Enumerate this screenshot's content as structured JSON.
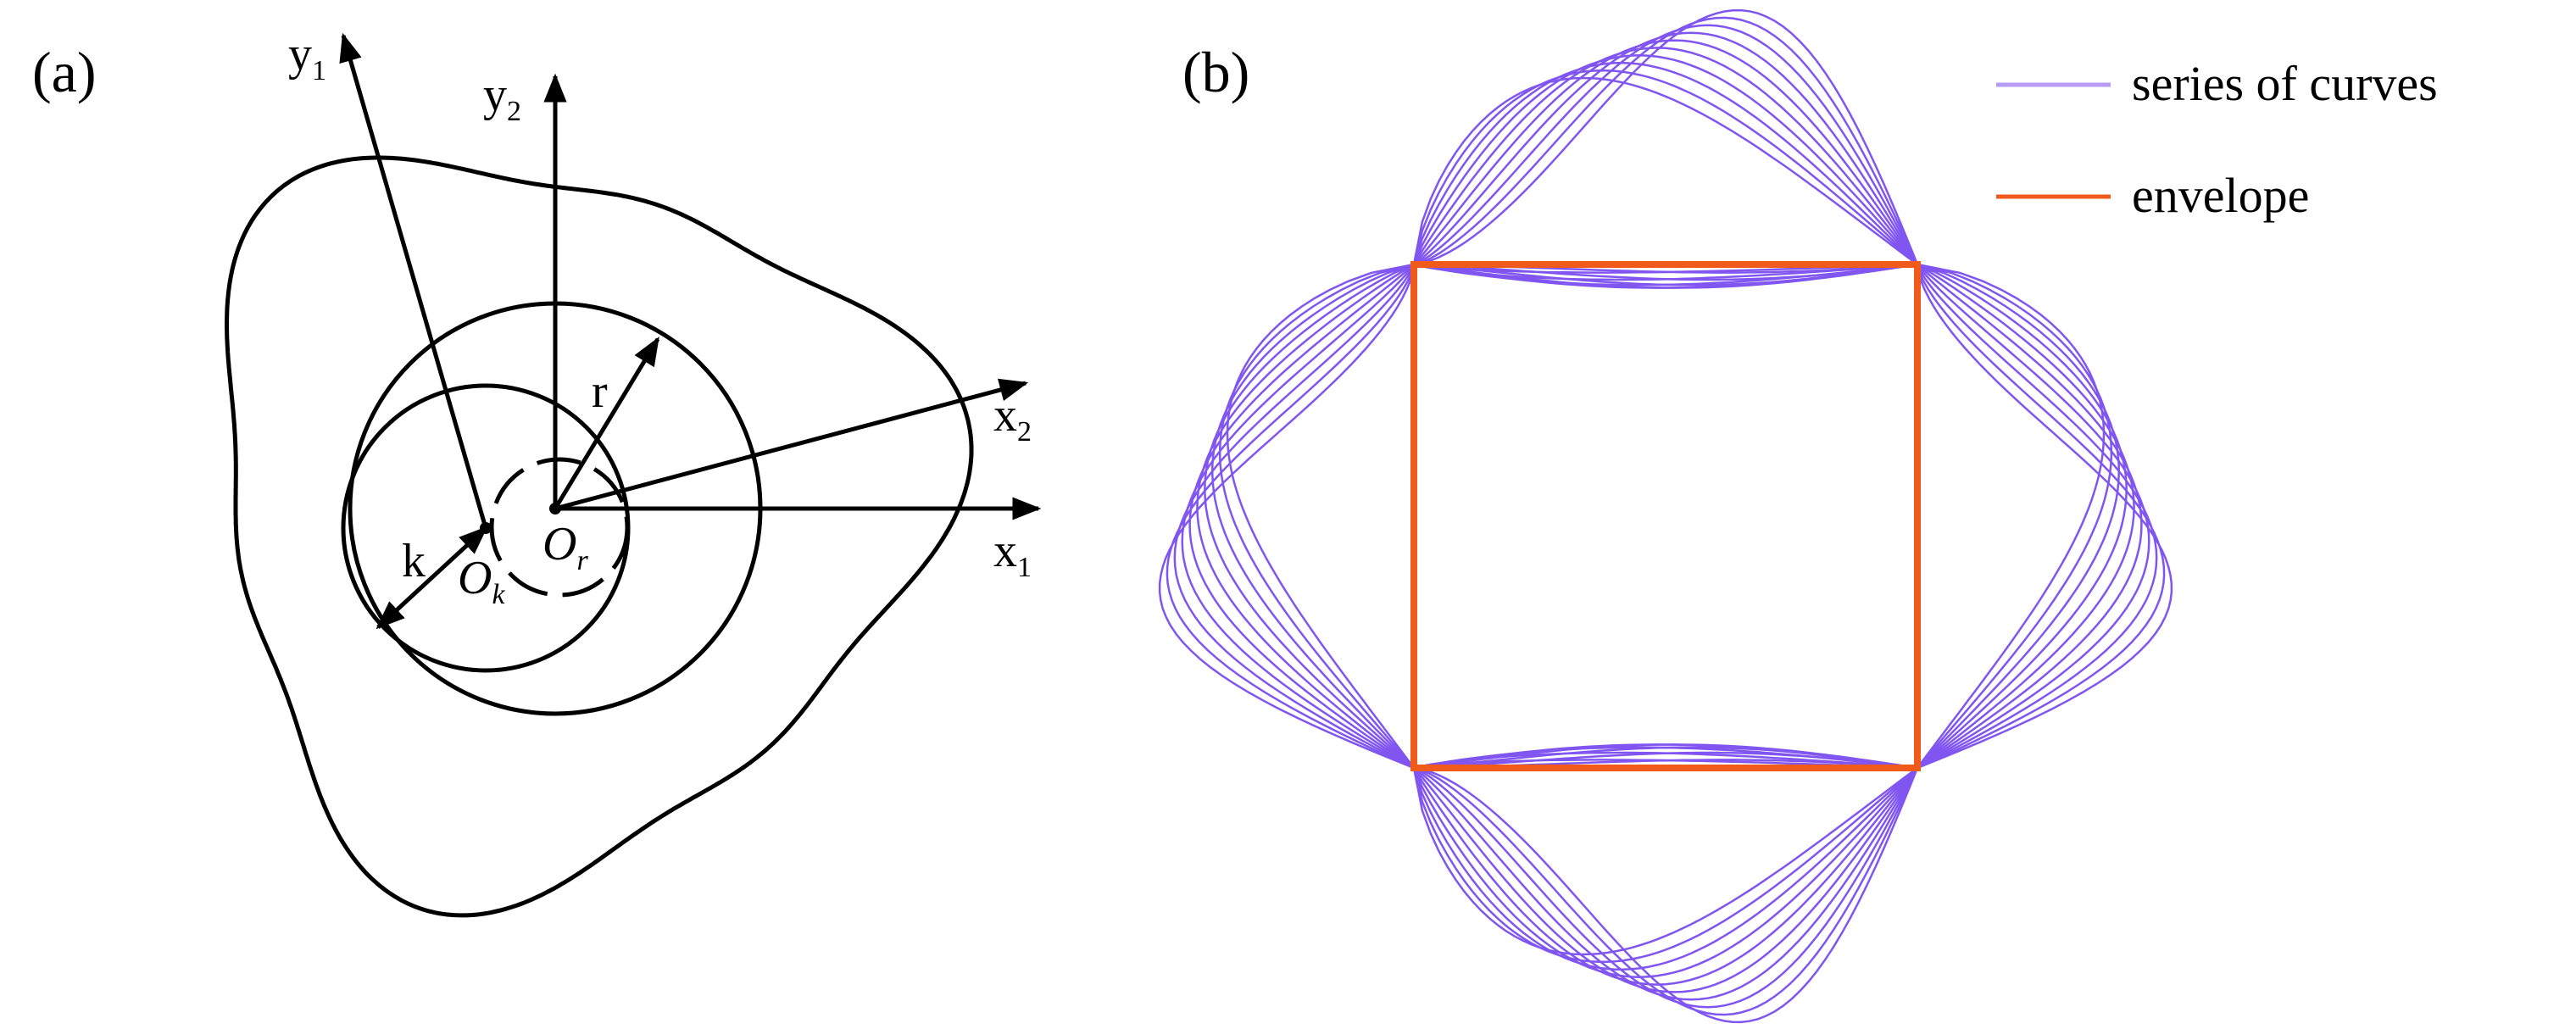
{
  "panel_a": {
    "label": "(a)",
    "axes": {
      "y1": {
        "main": "y",
        "sub": "1"
      },
      "y2": {
        "main": "y",
        "sub": "2"
      },
      "x1": {
        "main": "x",
        "sub": "1"
      },
      "x2": {
        "main": "x",
        "sub": "2"
      }
    },
    "radius_r": "r",
    "radius_k": "k",
    "origin_k": {
      "main": "O",
      "sub": "k"
    },
    "origin_r": {
      "main": "O",
      "sub": "r"
    }
  },
  "panel_b": {
    "label": "(b)",
    "legend": [
      {
        "label": "series of curves",
        "color": "#b69cf5"
      },
      {
        "label": "envelope",
        "color": "#f05a1a"
      }
    ],
    "curve_color": "#8055f0",
    "envelope_color": "#f05a1a"
  }
}
